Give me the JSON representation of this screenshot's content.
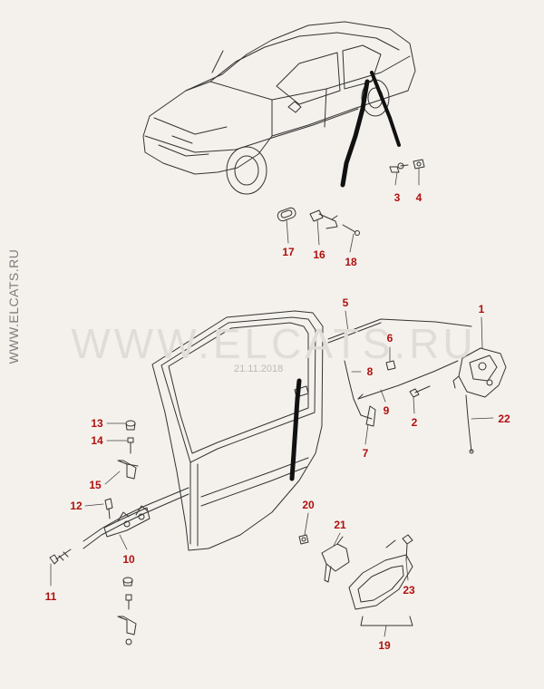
{
  "watermarks": {
    "side": "WWW.ELCATS.RU",
    "center": "WWW.ELCATS.RU",
    "date": "21.11.2018"
  },
  "callouts": {
    "p1": "1",
    "p2": "2",
    "p3": "3",
    "p4": "4",
    "p5": "5",
    "p6": "6",
    "p7": "7",
    "p8": "8",
    "p9": "9",
    "p10": "10",
    "p11": "11",
    "p12": "12",
    "p13": "13",
    "p14": "14",
    "p15": "15",
    "p16": "16",
    "p17": "17",
    "p18": "18",
    "p19": "19",
    "p20": "20",
    "p21": "21",
    "p22": "22",
    "p23": "23"
  },
  "colors": {
    "background": "#f4f1ec",
    "line": "#333333",
    "callout": "#b01010"
  }
}
